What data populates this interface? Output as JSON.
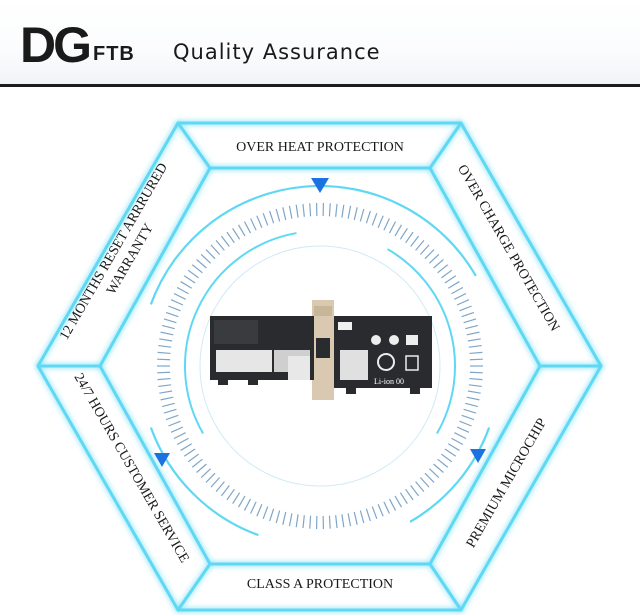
{
  "header": {
    "logo_mark": "DG",
    "logo_sub": "FTB",
    "title": "Quality Assurance"
  },
  "features": {
    "top": "OVER HEAT PROTECTION",
    "top_right": "OVER CHARGE PROTECTION",
    "bottom_right": "PREMIUM MICROCHIP",
    "bottom": "CLASS A PROTECTION",
    "bottom_left": "24/7 HOURS CUSTOMER SERVICE",
    "top_left_line1": "12 MONTHS RESET ARRRURED",
    "top_left_line2": "WARRANTY"
  },
  "battery_label": "Li-ion 00",
  "colors": {
    "hex_stroke": "#5fd8f4",
    "accent_blue": "#1a73e0",
    "tick_color": "#7fa6c8",
    "battery_body": "#2a2b2e",
    "connector": "#d8c9b0"
  }
}
